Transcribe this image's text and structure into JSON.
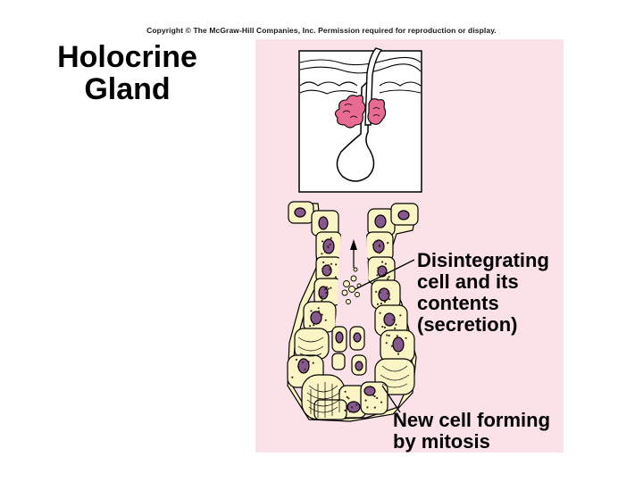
{
  "copyright": "Copyright © The McGraw-Hill Companies, Inc. Permission required for reproduction or display.",
  "title": {
    "line1": "Holocrine",
    "line2": "Gland"
  },
  "labels": {
    "disintegrating": [
      "Disintegrating",
      "cell and its",
      "contents",
      "(secretion)"
    ],
    "new_cell": [
      "New cell forming",
      "by mitosis"
    ]
  },
  "colors": {
    "panel_bg": "#fbe1e8",
    "gland_pink": "#e86b92",
    "cell_fill": "#fbf5c6",
    "nucleus": "#86588d",
    "outline": "#000000"
  }
}
